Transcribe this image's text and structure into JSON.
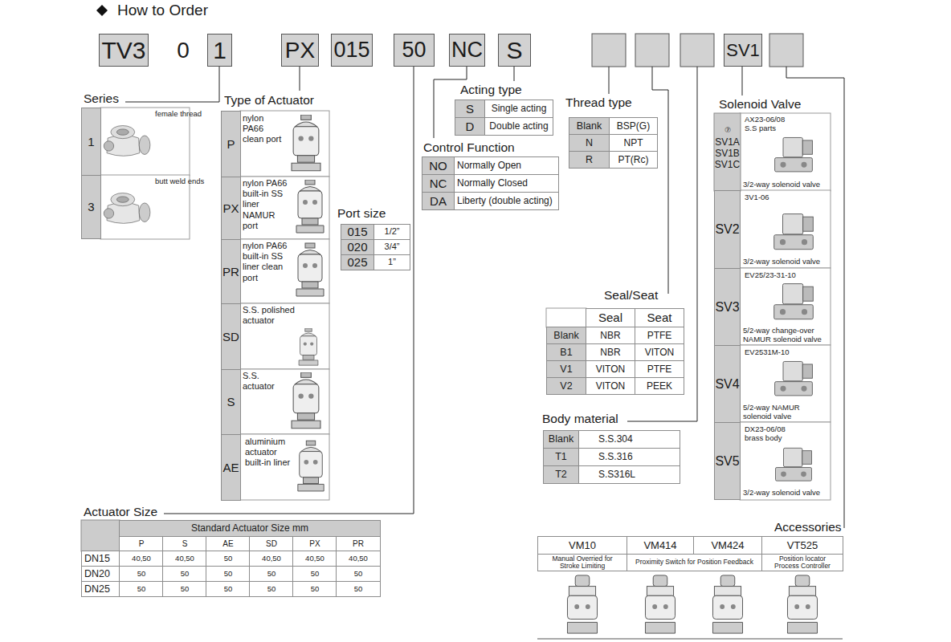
{
  "diagram": {
    "title": "How to Order",
    "nodes": [
      {
        "text": [
          "TV3"
        ]
      },
      {
        "text": [
          "1"
        ]
      },
      {
        "text": [
          "PX"
        ]
      },
      {
        "text": [
          "015"
        ]
      },
      {
        "text": [
          "50"
        ]
      },
      {
        "text": [
          "NC"
        ]
      },
      {
        "text": [
          "S"
        ]
      },
      {
        "text": [
          "SV1"
        ]
      }
    ],
    "labels": [
      "0",
      "Series",
      "1",
      "female thread",
      "3",
      "butt weld ends",
      "Type of Actuator",
      "P",
      "nylon PA66 clean port",
      "PX",
      "nylon PA66 built-in SS liner NAMUR port",
      "PR",
      "nylon PA66 built-in SS liner clean port",
      "SD",
      "S.S. polished actuator",
      "S",
      "S.S. actuator",
      "AE",
      "aluminium actuator built-in liner",
      "Port size",
      "015",
      "1/2”",
      "020",
      "3/4”",
      "025",
      "1”",
      "Acting type",
      "S",
      "Single acting",
      "D",
      "Double acting",
      "Control Function",
      "NO",
      "Normally Open",
      "NC",
      "Normally Closed",
      "DA",
      "Liberty (double acting)",
      "Thread type",
      "Blank",
      "BSP(G)",
      "N",
      "NPT",
      "R",
      "PT(Rc)",
      "Seal/Seat",
      "Seal",
      "Seat",
      "Blank",
      "NBR",
      "PTFE",
      "B1",
      "NBR",
      "VITON",
      "V1",
      "VITON",
      "PTFE",
      "V2",
      "VITON",
      "PEEK",
      "Body material",
      "Blank",
      "S.S.304",
      "T1",
      "S.S.316",
      "T2",
      "S.S316L",
      "Solenoid Valve",
      "⑦",
      "SV1A",
      "SV1B",
      "SV1C",
      "AX23-06/08 S.S parts",
      "3/2-way solenoid valve",
      "SV2",
      "3V1-06",
      "3/2-way solenoid valve",
      "SV3",
      "EV25/23-31-10",
      "5/2-way change-over NAMUR solenoid valve",
      "SV4",
      "EV2531M-10",
      "5/2-way NAMUR solenoid valve",
      "SV5",
      "DX23-06/08 brass body",
      "3/2-way solenoid valve",
      "Actuator Size",
      "Standard Actuator Size mm",
      "P",
      "S",
      "AE",
      "SD",
      "PX",
      "PR",
      "DN15",
      "40,50",
      "40,50",
      "50",
      "40,50",
      "40,50",
      "40,50",
      "DN20",
      "50",
      "50",
      "50",
      "50",
      "50",
      "50",
      "DN25",
      "50",
      "50",
      "50",
      "50",
      "50",
      "50",
      "Accessories",
      "VM10",
      "VM414",
      "VM424",
      "VT525",
      "Manual Overried for Stroke Limiting",
      "Proximity Switch for Position Feedback",
      "Position locator Process Controller"
    ]
  }
}
